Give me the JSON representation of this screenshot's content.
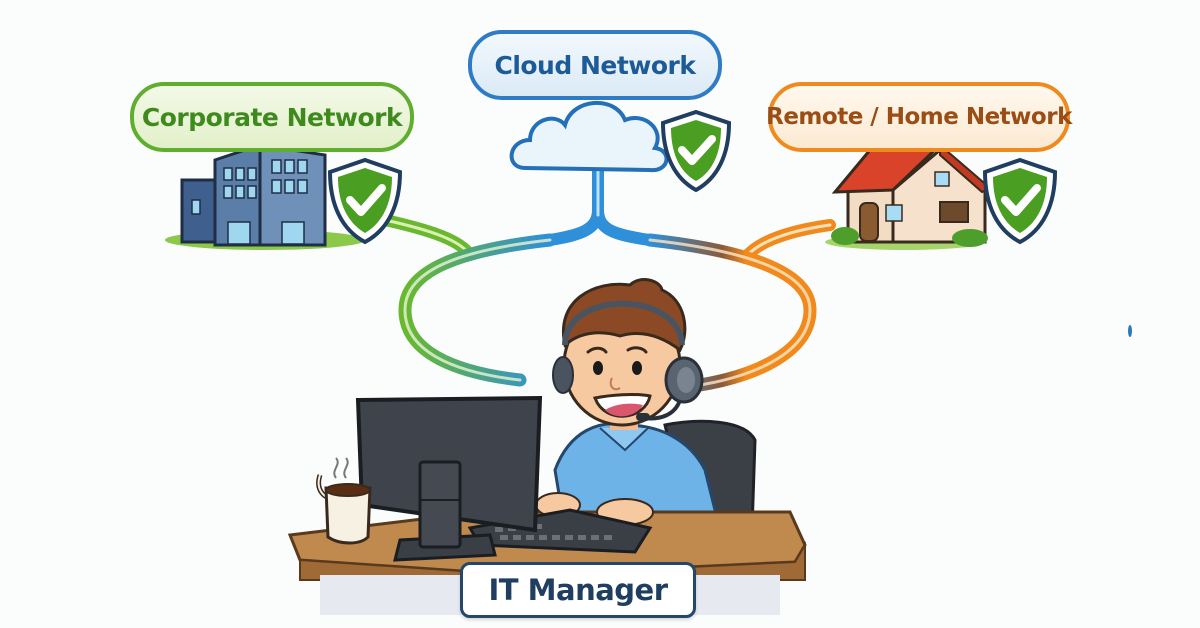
{
  "labels": {
    "corporate": "Corporate Network",
    "cloud": "Cloud Network",
    "remote": "Remote / Home Network",
    "it_manager": "IT Manager"
  },
  "colors": {
    "corporate_green": "#5fae2e",
    "cloud_blue": "#2f7cc4",
    "remote_orange": "#ef8a1f",
    "it_navy": "#24476b",
    "shield_green": "#4a9e22",
    "shield_border": "#1f3e60"
  },
  "icons": [
    "building-icon",
    "cloud-icon",
    "house-icon",
    "shield-check-icon",
    "it-manager-character",
    "computer-monitor",
    "keyboard",
    "coffee-mug",
    "desk",
    "headset"
  ]
}
